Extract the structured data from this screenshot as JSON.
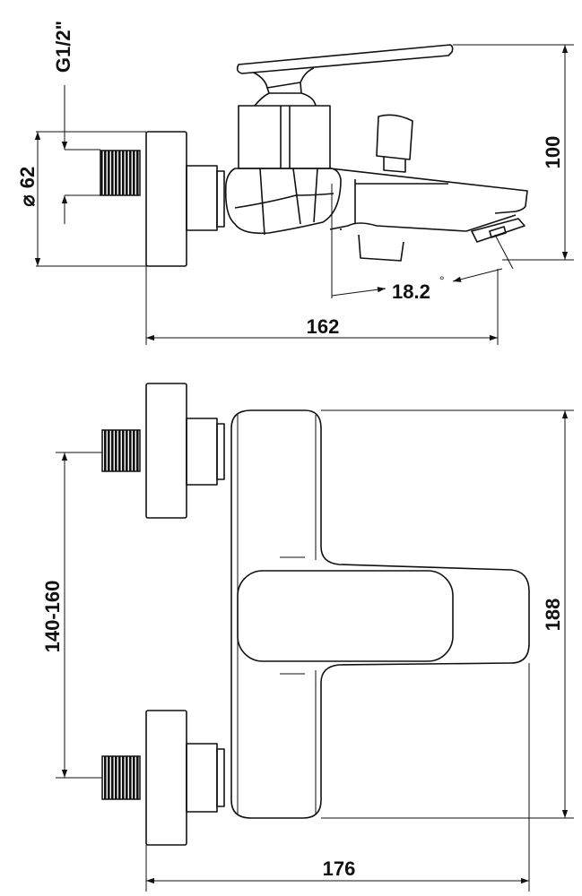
{
  "title": "Bath mixer technical drawing",
  "side_view": {
    "thread_label": "G1/2\"",
    "diameter_symbol": "⌀",
    "diameter_value": "62",
    "height_value": "100",
    "angle_value": "18.2",
    "angle_unit": "°",
    "depth_value": "162"
  },
  "top_view": {
    "center_distance_value": "140-160",
    "height_value": "188",
    "width_value": "176"
  }
}
